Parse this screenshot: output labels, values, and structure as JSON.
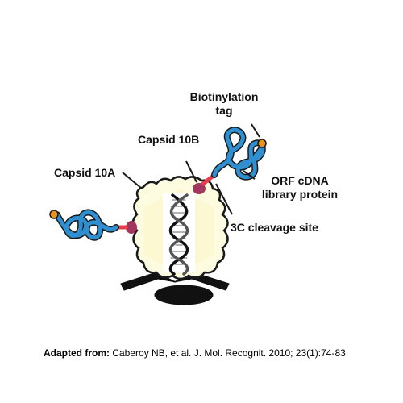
{
  "labels": {
    "biotinylation_tag_line1": "Biotinylation",
    "biotinylation_tag_line2": "tag",
    "capsid_10b": "Capsid 10B",
    "capsid_10a": "Capsid 10A",
    "orf_line1": "ORF cDNA",
    "orf_line2": "library protein",
    "cleavage_site": "3C cleavage site"
  },
  "caption": {
    "prefix": "Adapted from:",
    "citation": "Caberoy NB, et al. J. Mol. Recognit. 2010; 23(1):74-83"
  },
  "colors": {
    "capsid_fill": "#fdfbe0",
    "protein_blue": "#2f8fd0",
    "linker_red": "#e83c4a",
    "attachment_purple": "#a2365e",
    "biotin_orange": "#e8941e",
    "outline": "#1a1a1a"
  }
}
